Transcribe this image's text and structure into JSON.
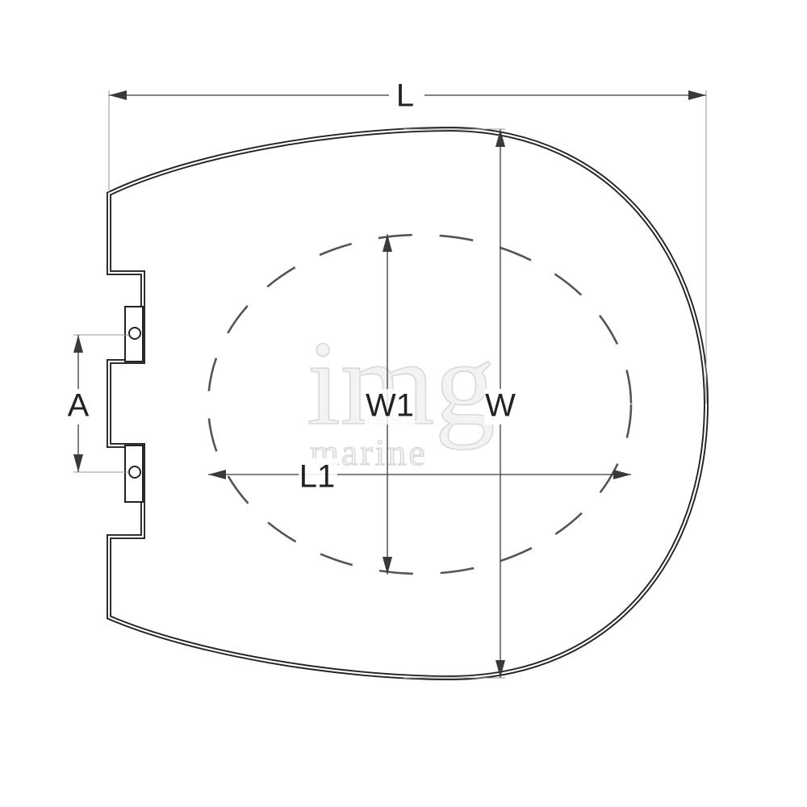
{
  "dimensions": {
    "overall_length": "L",
    "overall_width": "W",
    "opening_width": "W1",
    "opening_length": "L1",
    "hinge_spacing": "A"
  },
  "watermark": {
    "main": "img",
    "sub": "marine"
  },
  "colors": {
    "outline": "#222222",
    "dimension": "#3a3a3a",
    "opening_dash": "#555555"
  }
}
